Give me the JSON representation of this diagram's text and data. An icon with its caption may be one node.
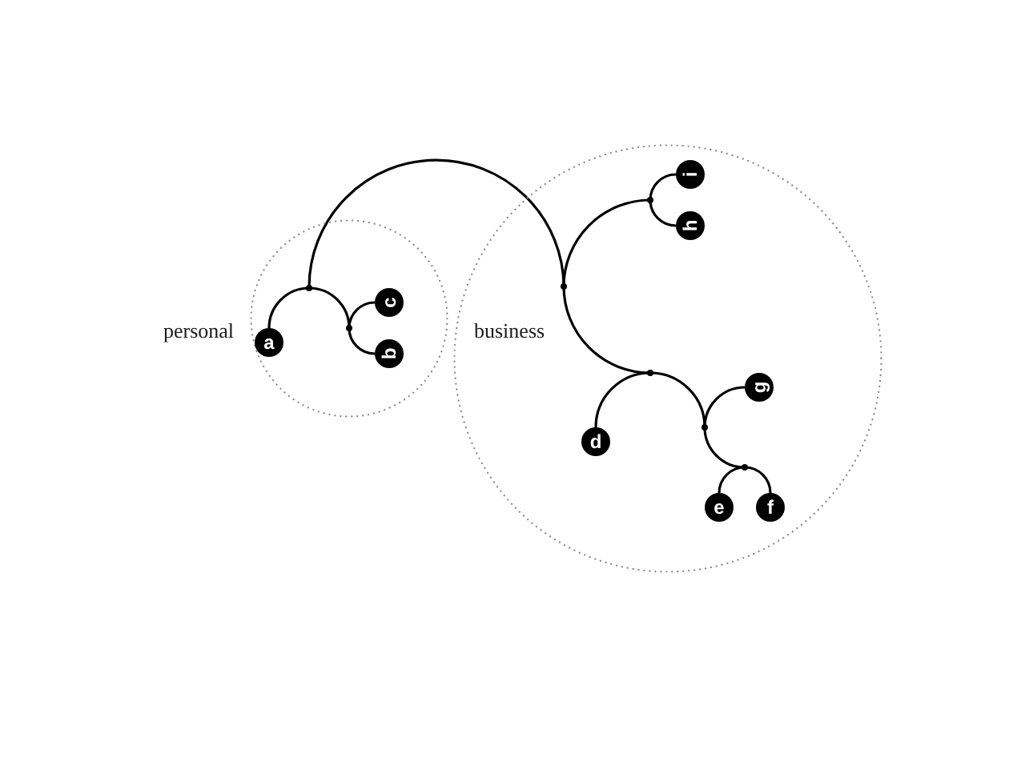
{
  "diagram": {
    "nodes": [
      {
        "text": [
          "personal"
        ]
      },
      {
        "text": [
          "a"
        ],
        "in": 0
      },
      {
        "text": [
          "b"
        ],
        "in": 0
      },
      {
        "text": [
          "c"
        ],
        "in": 0
      },
      {
        "text": [],
        "shape": "circle",
        "in": 0
      },
      {
        "text": [],
        "shape": "circle",
        "in": 0
      },
      {
        "text": [
          "business"
        ]
      },
      {
        "text": [
          "d"
        ],
        "in": 6
      },
      {
        "text": [
          "e"
        ],
        "in": 6
      },
      {
        "text": [
          "f"
        ],
        "in": 6
      },
      {
        "text": [
          "g"
        ],
        "in": 6
      },
      {
        "text": [
          "h"
        ],
        "in": 6
      },
      {
        "text": [
          "i"
        ],
        "in": 6
      },
      {
        "text": [],
        "shape": "circle",
        "in": 6
      },
      {
        "text": [],
        "shape": "circle",
        "in": 6
      },
      {
        "text": [],
        "shape": "circle",
        "in": 6
      },
      {
        "text": [],
        "shape": "circle",
        "in": 6
      },
      {
        "text": [],
        "shape": "circle",
        "in": 6
      }
    ],
    "edges": [
      {
        "from": 4,
        "to": 1,
        "arrow": "none"
      },
      {
        "from": 4,
        "to": 5,
        "arrow": "none"
      },
      {
        "from": 5,
        "to": 3,
        "arrow": "none"
      },
      {
        "from": 5,
        "to": 2,
        "arrow": "none"
      },
      {
        "from": 4,
        "to": 13,
        "arrow": "none"
      },
      {
        "from": 13,
        "to": 14,
        "arrow": "none"
      },
      {
        "from": 13,
        "to": 15,
        "arrow": "none"
      },
      {
        "from": 14,
        "to": 12,
        "arrow": "none"
      },
      {
        "from": 14,
        "to": 11,
        "arrow": "none"
      },
      {
        "from": 15,
        "to": 7,
        "arrow": "none"
      },
      {
        "from": 15,
        "to": 16,
        "arrow": "none"
      },
      {
        "from": 16,
        "to": 10,
        "arrow": "none"
      },
      {
        "from": 16,
        "to": 17,
        "arrow": "none"
      },
      {
        "from": 17,
        "to": 8,
        "arrow": "none"
      },
      {
        "from": 17,
        "to": 9,
        "arrow": "none"
      }
    ]
  }
}
